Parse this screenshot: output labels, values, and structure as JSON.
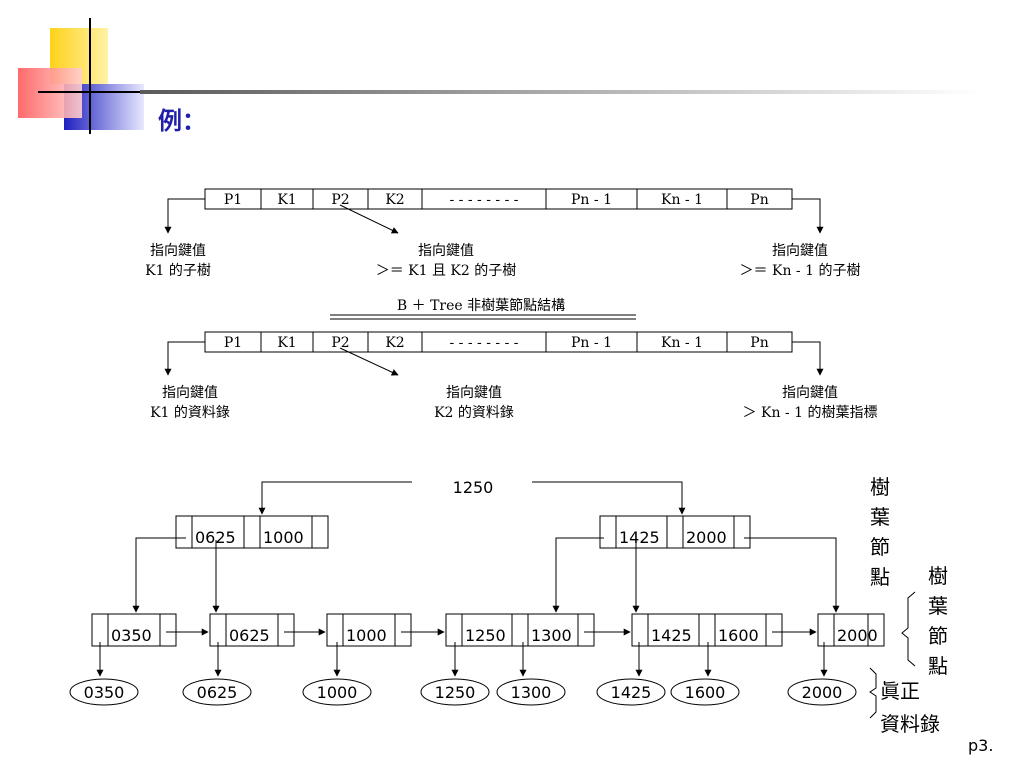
{
  "slide": {
    "title": "例：",
    "page_number": "p3."
  },
  "struct": {
    "fields": [
      "P1",
      "K1",
      "P2",
      "K2",
      "- - - - - - - -",
      "Pn - 1",
      "Kn - 1",
      "Pn"
    ],
    "nonleaf_notes": [
      [
        "指向鍵值",
        "K1 的子樹"
      ],
      [
        "指向鍵值",
        "＞＝ K1 且 K2 的子樹"
      ],
      [
        "指向鍵值",
        "＞＝ Kn - 1 的子樹"
      ]
    ],
    "caption": "B ＋ Tree 非樹葉節點結構",
    "leaf_notes": [
      [
        "指向鍵值",
        "K1 的資料錄"
      ],
      [
        "指向鍵值",
        "K2 的資料錄"
      ],
      [
        "指向鍵值",
        "＞ Kn - 1 的樹葉指標"
      ]
    ]
  },
  "tree": {
    "root_key": "1250",
    "nonleaf_label": [
      "樹",
      "葉",
      "節",
      "點"
    ],
    "internal_nodes": [
      [
        "0625",
        "1000"
      ],
      [
        "1425",
        "2000"
      ]
    ],
    "leaf_label": [
      "樹",
      "葉",
      "節",
      "點"
    ],
    "leaf_nodes": [
      [
        "0350"
      ],
      [
        "0625"
      ],
      [
        "1000"
      ],
      [
        "1250",
        "1300"
      ],
      [
        "1425",
        "1600"
      ],
      [
        "2000"
      ]
    ],
    "records": [
      "0350",
      "0625",
      "1000",
      "1250",
      "1300",
      "1425",
      "1600",
      "2000"
    ],
    "record_label": [
      "眞正",
      "資料錄"
    ]
  }
}
